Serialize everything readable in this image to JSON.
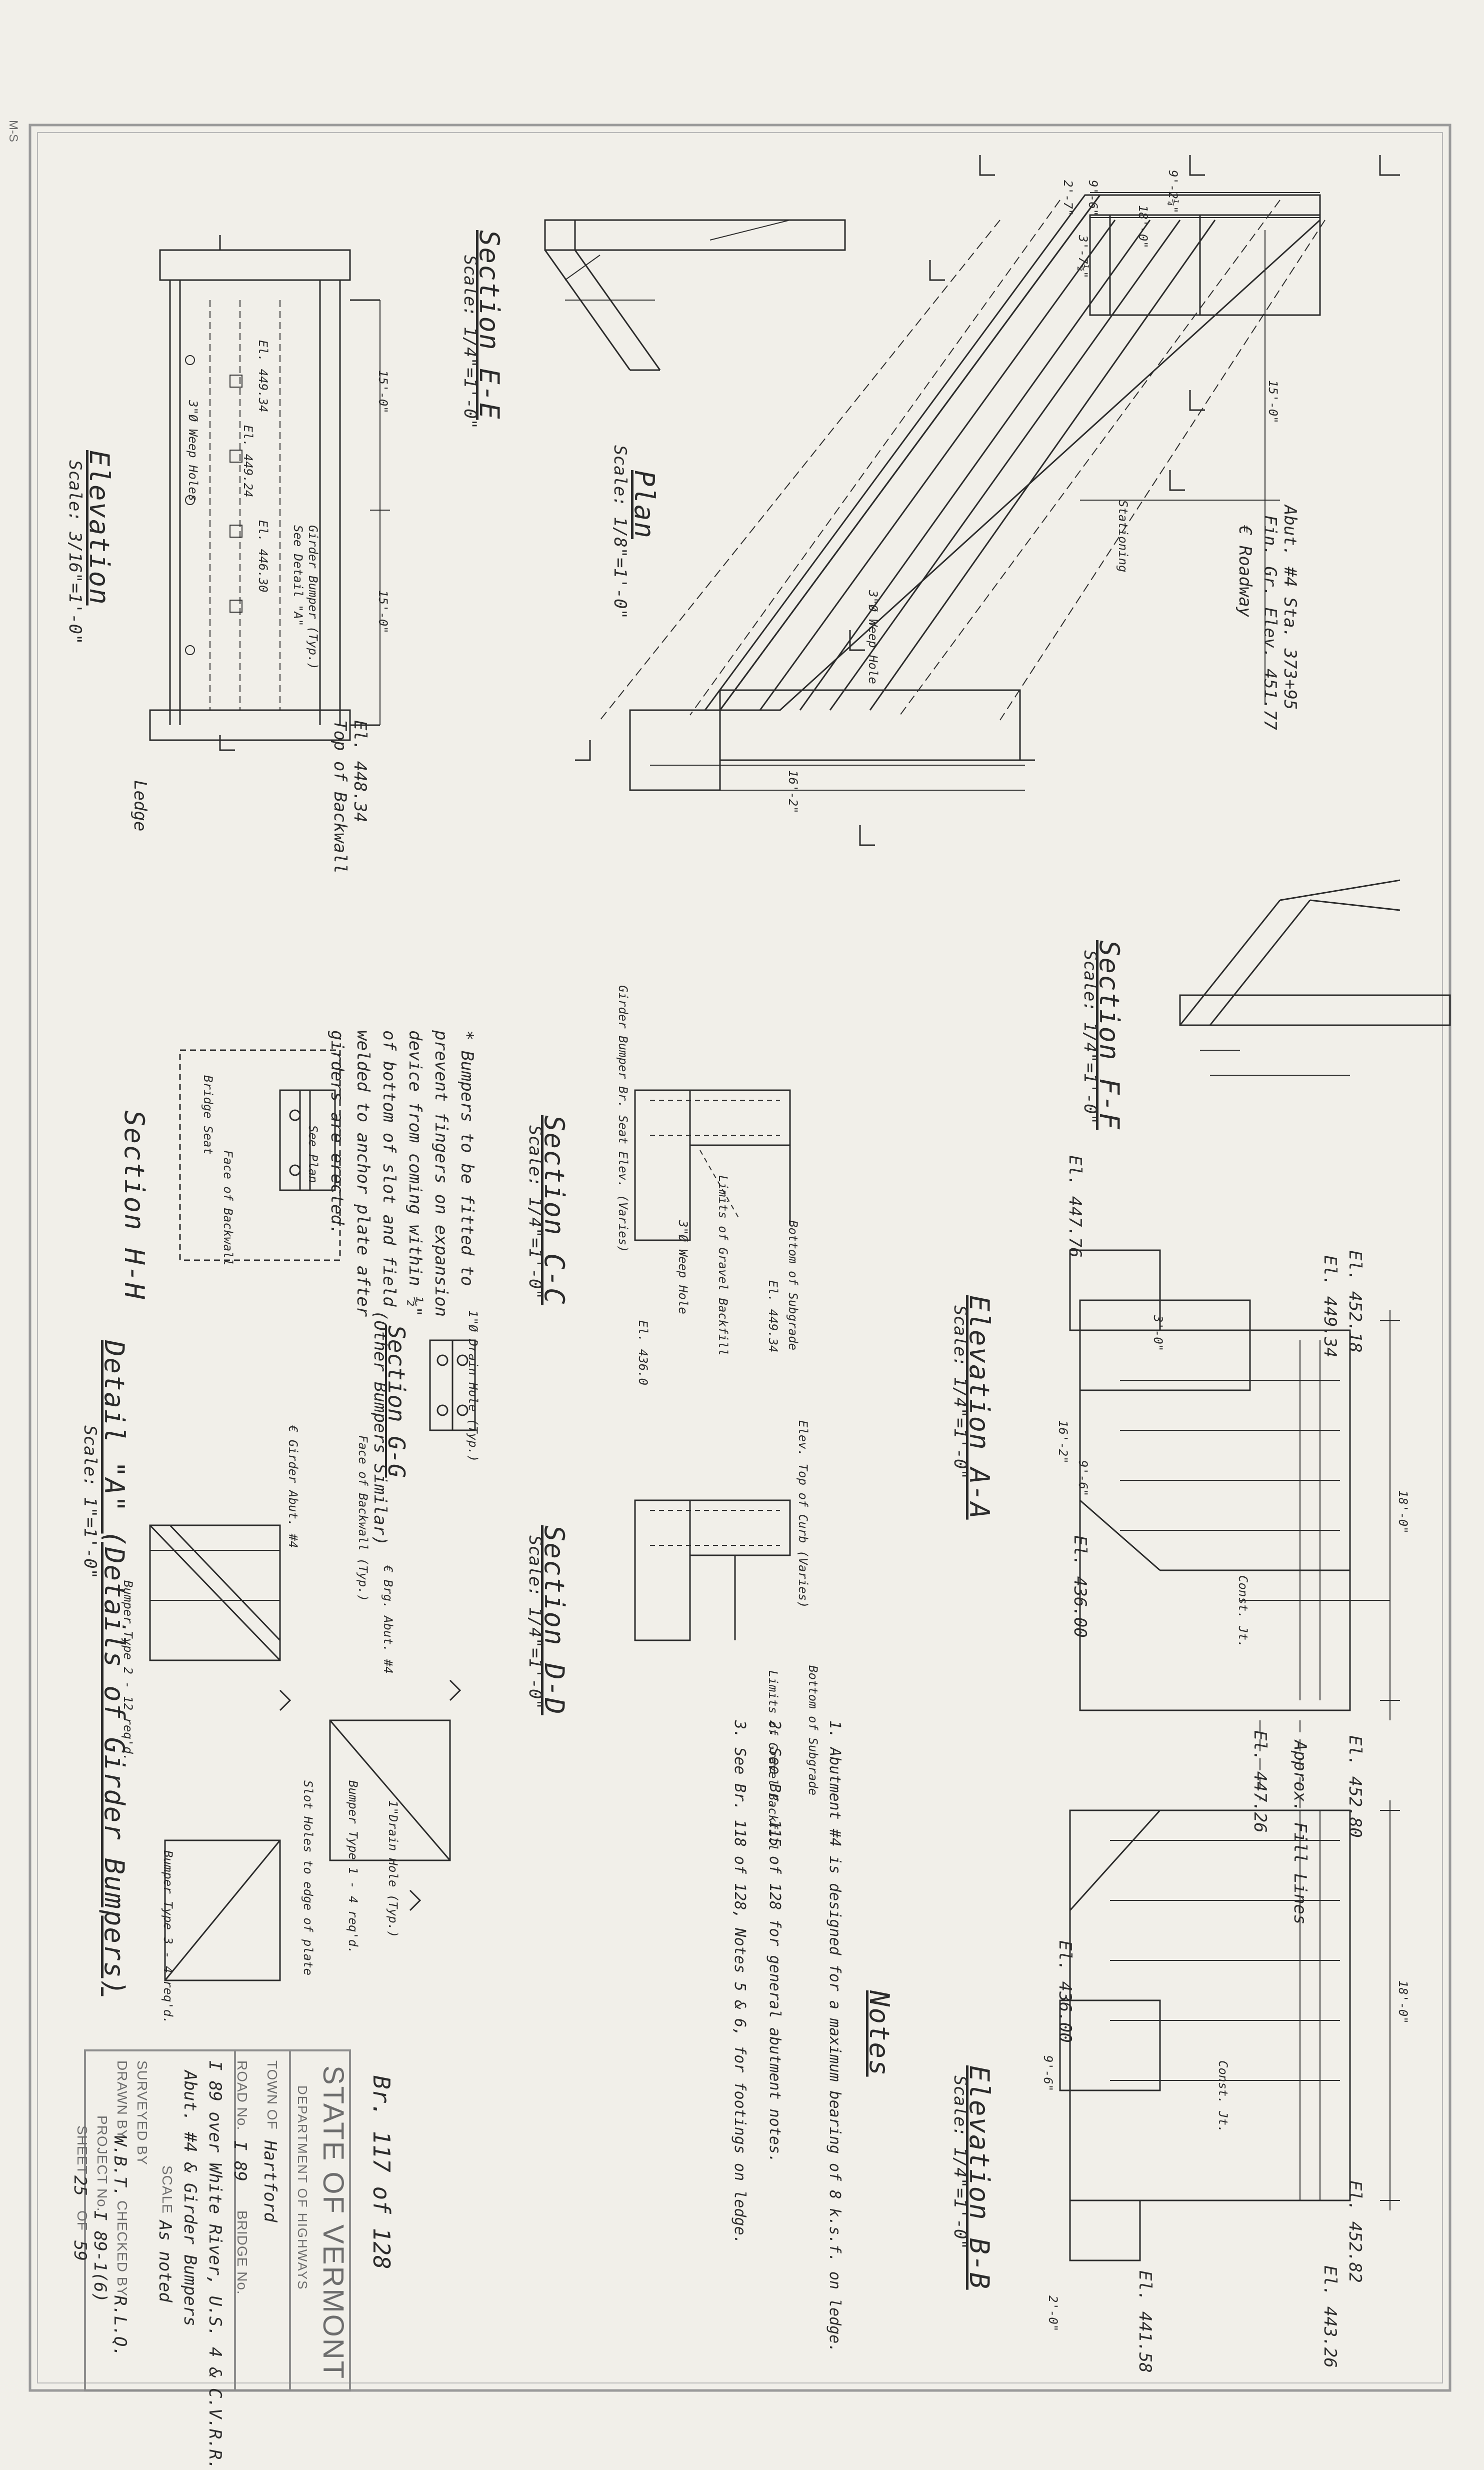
{
  "sheet": {
    "colors": {
      "paper": "#f1efe9",
      "ink": "#2b2b2b",
      "border": "#9a9a9a",
      "titleblock": "#6d6d6d"
    },
    "corner_mark": "M-S",
    "sheet_ref": "Br. 117 of 128"
  },
  "views": {
    "section_ee": {
      "title": "Section E-E",
      "scale": "Scale: 1/4\"=1'-0\""
    },
    "plan": {
      "title": "Plan",
      "scale": "Scale: 1/8\"=1'-0\""
    },
    "elevation": {
      "title": "Elevation",
      "scale": "Scale: 3/16\"=1'-0\""
    },
    "section_ff": {
      "title": "Section F-F",
      "scale": "Scale: 1/4\"=1'-0\""
    },
    "section_cc": {
      "title": "Section C-C",
      "scale": "Scale: 1/4\"=1'-0\""
    },
    "section_hh": {
      "title": "Section H-H"
    },
    "section_gg": {
      "title": "Section G-G",
      "subtitle": "(Other Bumpers Similar)"
    },
    "elevation_aa": {
      "title": "Elevation A-A",
      "scale": "Scale: 1/4\"=1'-0\""
    },
    "section_dd": {
      "title": "Section D-D",
      "scale": "Scale: 1/4\"=1'-0\""
    },
    "detail_a": {
      "title": "Detail \"A\" (Details of Girder Bumpers)",
      "scale": "Scale: 1\"=1'-0\""
    },
    "elevation_bb": {
      "title": "Elevation B-B",
      "scale": "Scale: 1/4\"=1'-0\""
    }
  },
  "plan_labels": {
    "abut": "Abut. #4 Sta. 373+95",
    "fin_gr": "Fin. Gr. Elev. 451.77",
    "roadway": "€ Roadway",
    "stationing": "Stationing",
    "dim_9_6": "9'-6\"",
    "dim_9_2": "9'-2¼\"",
    "dim_18_0": "18'-0\"",
    "dim_16_2": "16'-2\"",
    "dim_15_0": "15'-0\"",
    "dim_2_7": "2'-7\"",
    "dim_3_7": "3'-7½\"",
    "weep": "3\"Ø Weep Hole"
  },
  "elevation_labels": {
    "el_449": "El. 449.34",
    "el_4492": "El. 449.24",
    "el_446": "El. 446.30",
    "girder_bumper": "Girder Bumper (Typ.)",
    "see_detail": "See Detail \"A\"",
    "top_backwall": "Top of Backwall",
    "el_448": "El. 448.34",
    "weep_holes": "3\"Ø Weep Holes",
    "ledge": "Ledge",
    "dim_15": "15'-0\"",
    "dim_15b": "15'-0\""
  },
  "bumper_note": "* Bumpers to be fitted to prevent fingers on expansion device from coming within ½\" of bottom of slot and field welded to anchor plate after girders are erected.",
  "section_labels": {
    "girder_bumper_seat": "Girder Bumper Br. Seat Elev. (Varies)",
    "bottom_subgrade": "Bottom of Subgrade",
    "limits_gravel": "Limits of Gravel Backfill",
    "weep": "3\"Ø Weep Hole",
    "el_cc": "El. 449.34",
    "el_436": "El. 436.0",
    "drain_hole": "1\"Ø Drain Hole (Typ.)",
    "elev_top_curb": "Elev. Top of Curb (Varies)",
    "bottom_subgrade_dd": "Bottom of Subgrade",
    "limits_gravel_dd": "Limits of Gravel Backfill"
  },
  "elevation_aa_labels": {
    "el_452": "El. 452.18",
    "el_449": "El. 449.34",
    "el_447": "El. 447.76",
    "el_436": "El. 436.00",
    "const_jt": "Const. Jt.",
    "dim_18": "18'-0\"",
    "dim_16": "16'-2\"",
    "dim_9": "9'-6\"",
    "dim_3": "3'-0\"",
    "approx_fill": "Approx. Fill Lines"
  },
  "elevation_bb_labels": {
    "el_452": "El. 452.82",
    "el_4528": "El. 452.80",
    "el_447": "El. 447.26",
    "el_443": "El. 443.26",
    "el_441": "El. 441.58",
    "el_436": "El. 436.00",
    "const_jt": "Const. Jt.",
    "dim_18": "18'-0\"",
    "dim_9": "9'-6\"",
    "dim_2": "2'-0\""
  },
  "detail_labels": {
    "face_backwall": "Face of Backwall (Typ.)",
    "bearing": "€ Brg. Abut. #4",
    "bumper_type1": "Bumper Type 1 - 4 req'd.",
    "bumper_type2": "Bumper Type 2 - 12 req'd.",
    "bumper_type3": "Bumper Type 3 - 4 req'd.",
    "slot_holes": "Slot Holes to edge of plate",
    "drain_hole": "1\"Drain Hole (Typ.)",
    "girder_abut": "€ Girder Abut. #4",
    "bridge_seat": "Bridge Seat",
    "face_backwall_hh": "Face of Backwall",
    "see_plan": "See Plan"
  },
  "notes": {
    "heading": "Notes",
    "items": [
      "1. Abutment #4 is designed for a maximum bearing of 8 k.s.f. on ledge.",
      "2. See Br. 115 of 128 for general abutment notes.",
      "3. See Br. 118 of 128, Notes 5 & 6, for footings on ledge."
    ]
  },
  "title_block": {
    "state": "STATE OF VERMONT",
    "department": "DEPARTMENT OF HIGHWAYS",
    "town_label": "TOWN OF",
    "town": "Hartford",
    "road_label": "ROAD No.",
    "road": "I 89",
    "bridge_label": "BRIDGE No.",
    "bridge": "",
    "line1": "I 89 over White River, U.S. 4 & C.V.R.R.",
    "line2": "Abut. #4 & Girder Bumpers",
    "scale_label": "SCALE",
    "scale": "As noted",
    "surveyed_label": "SURVEYED BY",
    "surveyed": "",
    "drawn_label": "DRAWN BY",
    "drawn": "W.B.T.",
    "checked_label": "CHECKED BY",
    "checked": "R.L.Q.",
    "project_label": "PROJECT No.",
    "project": "I 89-1(6)",
    "sheet_label": "SHEET",
    "sheet": "25",
    "of_label": "OF",
    "of": "59"
  }
}
